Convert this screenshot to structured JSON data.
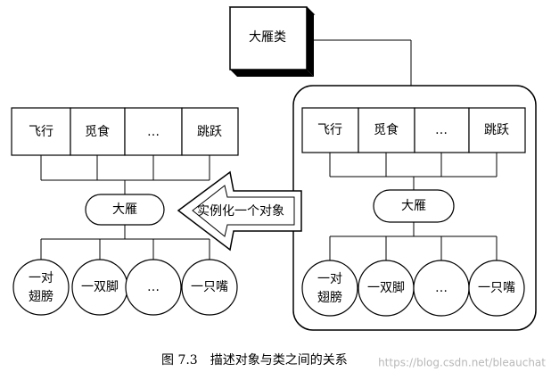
{
  "class_box": {
    "label": "大雁类"
  },
  "left_object": {
    "behaviors": [
      "飞行",
      "觅食",
      "…",
      "跳跃"
    ],
    "center": "大雁",
    "parts": [
      "一对\n翅膀",
      "一双脚",
      "…",
      "一只嘴"
    ]
  },
  "right_class": {
    "behaviors": [
      "飞行",
      "觅食",
      "…",
      "跳跃"
    ],
    "center": "大雁",
    "parts": [
      "一对\n翅膀",
      "一双脚",
      "…",
      "一只嘴"
    ]
  },
  "arrow_label": "实例化一个对象",
  "caption": "图 7.3　描述对象与类之间的关系",
  "watermark": "https://blog.csdn.net/bleauchat"
}
